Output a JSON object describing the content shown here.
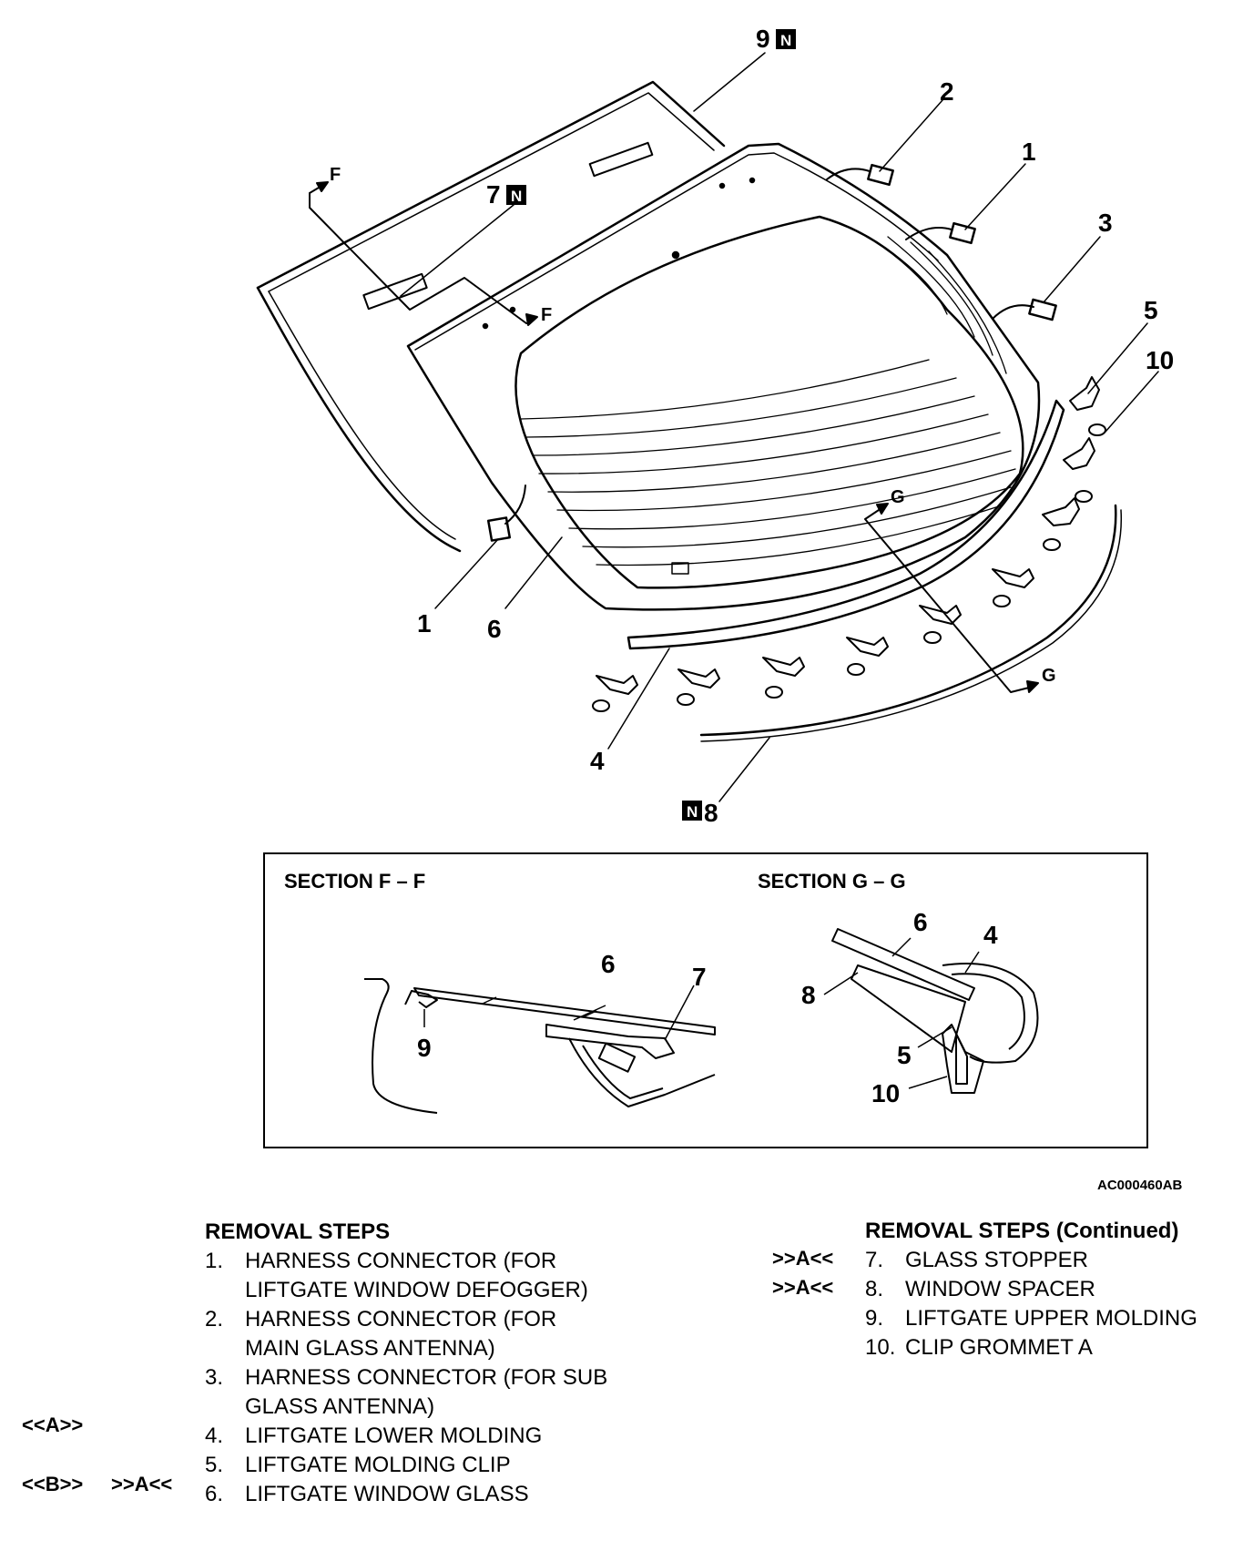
{
  "diagram": {
    "callouts": {
      "c9": "9",
      "c2": "2",
      "c1_top": "1",
      "c3": "3",
      "c7": "7",
      "c5": "5",
      "c10": "10",
      "c1_bottom": "1",
      "c6": "6",
      "c4": "4",
      "c8": "8"
    },
    "new_part_badge": "N",
    "section_arrows": {
      "f_upper": "F",
      "f_lower": "F",
      "g_upper": "G",
      "g_lower": "G"
    },
    "figure_code": "AC000460AB"
  },
  "sections": {
    "ff": {
      "title": "SECTION F – F",
      "callouts": {
        "c6": "6",
        "c7": "7",
        "c9": "9"
      }
    },
    "gg": {
      "title": "SECTION G – G",
      "callouts": {
        "c6": "6",
        "c4": "4",
        "c8": "8",
        "c5": "5",
        "c10": "10"
      }
    }
  },
  "removal_steps": {
    "left_title": "REMOVAL STEPS",
    "right_title": "REMOVAL STEPS (Continued)",
    "left": [
      {
        "num": "1.",
        "line1": "HARNESS CONNECTOR (FOR",
        "line2": "LIFTGATE WINDOW DEFOGGER)"
      },
      {
        "num": "2.",
        "line1": "HARNESS CONNECTOR (FOR",
        "line2": "MAIN GLASS ANTENNA)"
      },
      {
        "num": "3.",
        "line1": "HARNESS CONNECTOR (FOR SUB",
        "line2": "GLASS ANTENNA)"
      },
      {
        "num": "4.",
        "line1": "LIFTGATE LOWER MOLDING",
        "mark1": "<<A>>"
      },
      {
        "num": "5.",
        "line1": "LIFTGATE MOLDING CLIP"
      },
      {
        "num": "6.",
        "line1": "LIFTGATE WINDOW GLASS",
        "mark1": "<<B>>",
        "mark2": ">>A<<"
      }
    ],
    "right": [
      {
        "num": "7.",
        "line1": "GLASS STOPPER",
        "mark": ">>A<<"
      },
      {
        "num": "8.",
        "line1": "WINDOW SPACER",
        "mark": ">>A<<"
      },
      {
        "num": "9.",
        "line1": "LIFTGATE UPPER MOLDING"
      },
      {
        "num": "10.",
        "line1": "CLIP GROMMET A"
      }
    ]
  }
}
